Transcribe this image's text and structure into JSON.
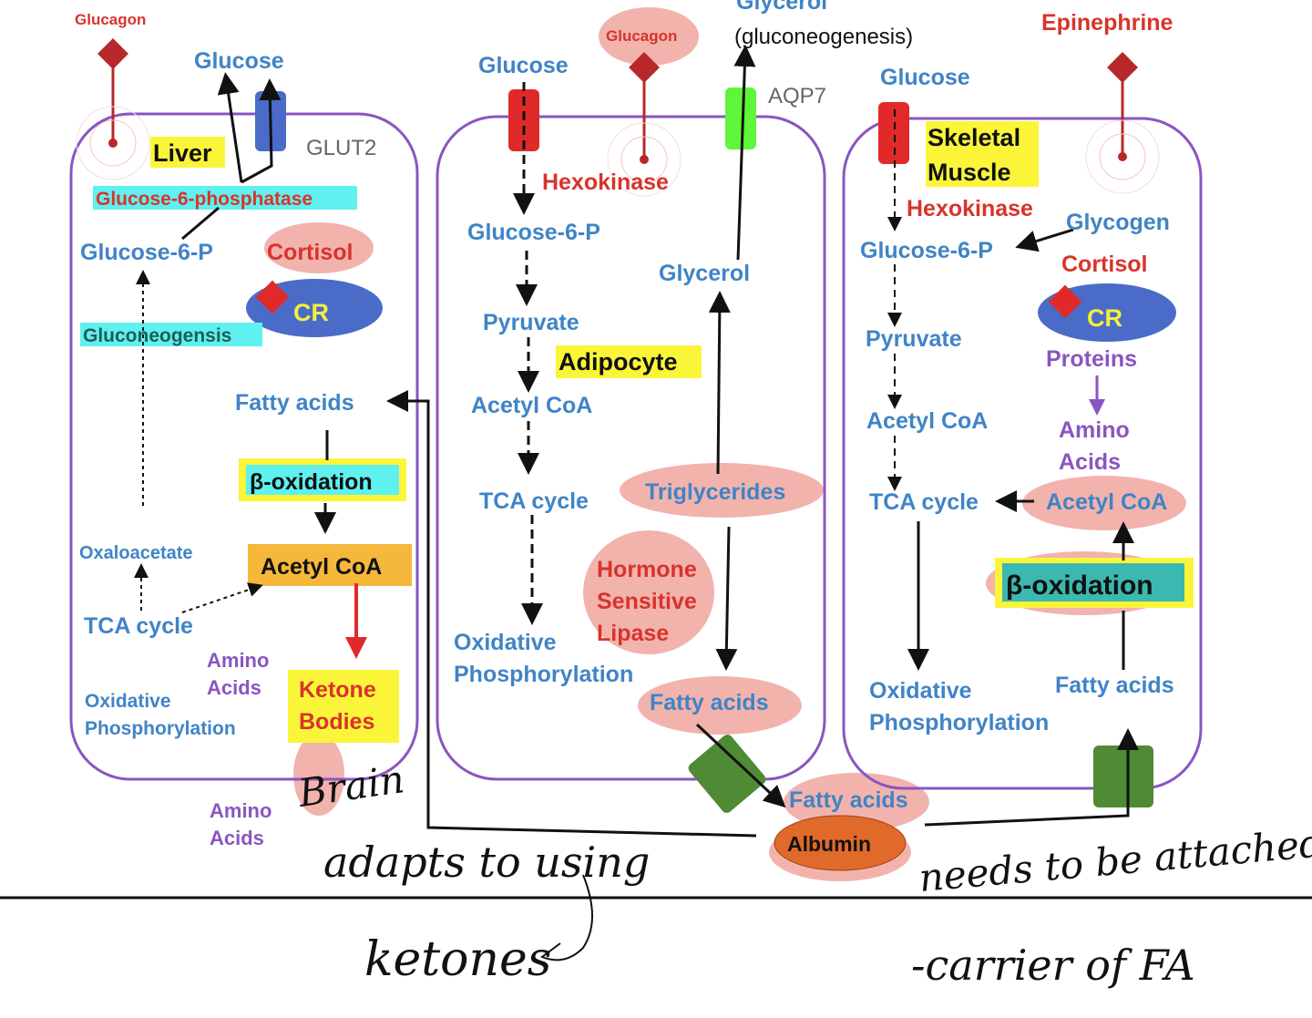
{
  "colors": {
    "cell_border": "#8a55c2",
    "text_blue": "#3f84c6",
    "text_red": "#d9332b",
    "highlight_yellow": "#fbf53a",
    "highlight_cyan": "#5ff0f0",
    "acetyl_box": "#f5b83a",
    "receptor_blue": "#4a6cc8",
    "albumin": "#e06a2a",
    "transporter_green": "#4f8a34",
    "annotation_pink": "#ee9a92"
  },
  "liver": {
    "hormone": "Glucagon",
    "glucose": "Glucose",
    "transporter": "GLUT2",
    "cell": "Liver",
    "enzyme": "Glucose-6-phosphatase",
    "g6p": "Glucose-6-P",
    "cortisol": "Cortisol",
    "receptor": "CR",
    "gluconeo": "Gluconeogensis",
    "fatty_acids": "Fatty acids",
    "beta_ox": "β-oxidation",
    "oxaloacetate": "Oxaloacetate",
    "acetyl": "Acetyl CoA",
    "tca": "TCA cycle",
    "amino1": "Amino",
    "amino2": "Acids",
    "ketone1": "Ketone",
    "ketone2": "Bodies",
    "oxphos1": "Oxidative",
    "oxphos2": "Phosphorylation",
    "amino_out1": "Amino",
    "amino_out2": "Acids"
  },
  "adipocyte": {
    "glucose": "Glucose",
    "hormone": "Glucagon",
    "glycerol_out": "Glycerol",
    "gluconeo": "(gluconeogenesis)",
    "aqp": "AQP7",
    "hexokinase": "Hexokinase",
    "g6p": "Glucose-6-P",
    "glycerol": "Glycerol",
    "pyruvate": "Pyruvate",
    "cell": "Adipocyte",
    "acetyl": "Acetyl CoA",
    "tg": "Triglycerides",
    "tca": "TCA cycle",
    "hsl1": "Hormone",
    "hsl2": "Sensitive",
    "hsl3": "Lipase",
    "oxphos1": "Oxidative",
    "oxphos2": "Phosphorylation",
    "fatty_acids": "Fatty acids",
    "fatty_acids_out": "Fatty acids",
    "albumin": "Albumin"
  },
  "muscle": {
    "hormone": "Epinephrine",
    "glucose": "Glucose",
    "cell1": "Skeletal",
    "cell2": "Muscle",
    "hexokinase": "Hexokinase",
    "glycogen": "Glycogen",
    "g6p": "Glucose-6-P",
    "cortisol": "Cortisol",
    "receptor": "CR",
    "pyruvate": "Pyruvate",
    "proteins": "Proteins",
    "amino1": "Amino",
    "amino2": "Acids",
    "acetyl_left": "Acetyl CoA",
    "tca": "TCA cycle",
    "acetyl": "Acetyl CoA",
    "beta_ox": "β-oxidation",
    "oxphos1": "Oxidative",
    "oxphos2": "Phosphorylation",
    "fatty_acids": "Fatty acids"
  },
  "handwriting": {
    "brain": "Brain",
    "adapts": "adapts to using",
    "ketones": "ketones",
    "needs": "needs to be attached",
    "carrier": "-carrier of FA"
  }
}
